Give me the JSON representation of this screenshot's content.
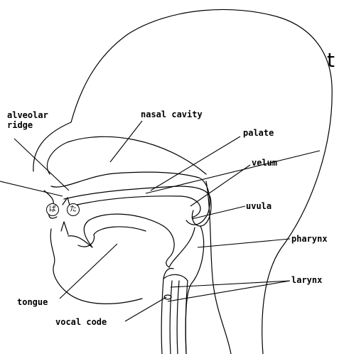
{
  "labels": {
    "partial_title": "t",
    "alveolar_ridge": "alveolar\nridge",
    "nasal_cavity": "nasal cavity",
    "palate": "palate",
    "velum": "velum",
    "uvula": "uvula",
    "pharynx": "pharynx",
    "larynx": "larynx",
    "tongue": "tongue",
    "vocal_code": "vocal code"
  },
  "markers": {
    "pa": "ぱ",
    "ta": "た"
  },
  "colors": {
    "line": "#000000",
    "background": "#ffffff"
  }
}
